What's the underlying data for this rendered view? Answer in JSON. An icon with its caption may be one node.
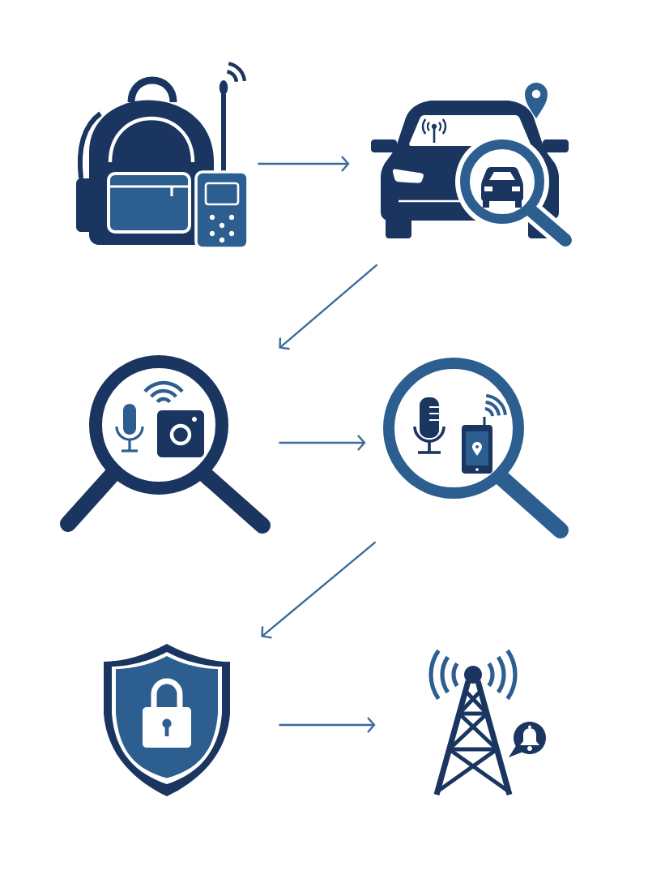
{
  "diagram": {
    "nodes": [
      {
        "text": [],
        "shape": "picture"
      },
      {
        "text": [],
        "shape": "picture"
      },
      {
        "text": [],
        "shape": "picture"
      },
      {
        "text": [],
        "shape": "picture"
      },
      {
        "text": [],
        "shape": "picture"
      },
      {
        "text": [],
        "shape": "picture"
      }
    ],
    "edges": [
      {
        "from": 0,
        "to": 1,
        "arrow": "to"
      },
      {
        "from": 1,
        "to": 2,
        "arrow": "to"
      },
      {
        "from": 2,
        "to": 3,
        "arrow": "to"
      },
      {
        "from": 3,
        "to": 4,
        "arrow": "to"
      },
      {
        "from": 4,
        "to": 5,
        "arrow": "to"
      }
    ]
  }
}
